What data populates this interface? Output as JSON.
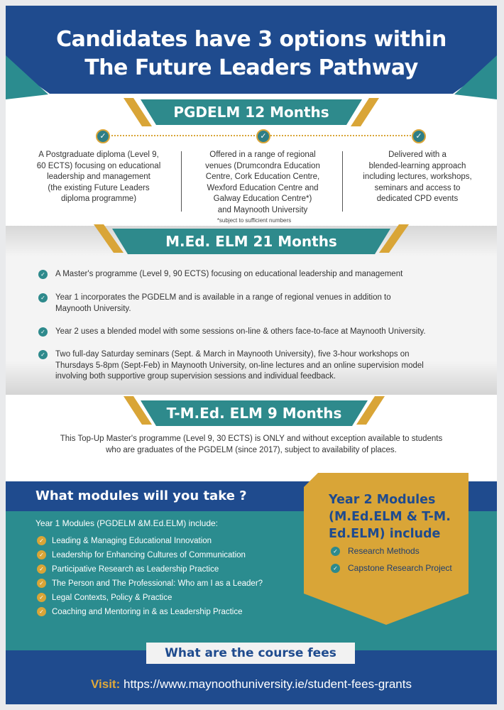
{
  "header": {
    "title_line1": "Candidates have 3 options within",
    "title_line2": "The Future Leaders Pathway"
  },
  "pgdelm": {
    "heading": "PGDELM 12 Months",
    "col1": [
      "A Postgraduate diploma (Level 9,",
      "60 ECTS) focusing on educational",
      "leadership and management",
      "(the existing Future Leaders",
      "diploma programme)"
    ],
    "col2": [
      "Offered in a range of regional",
      "venues (Drumcondra Education",
      "Centre, Cork Education Centre,",
      "Wexford Education Centre and",
      "Galway Education Centre*)",
      "and Maynooth University"
    ],
    "col3": [
      "Delivered with a",
      "blended-learning approach",
      "including lectures, workshops,",
      "seminars and access to",
      "dedicated CPD events"
    ],
    "note": "*subject to sufficient numbers"
  },
  "med": {
    "heading": "M.Ed. ELM 21 Months",
    "bullets": [
      [
        "A Master's programme (Level 9, 90 ECTS) focusing on educational leadership and management"
      ],
      [
        "Year 1 incorporates the PGDELM and is available in a range of regional venues in addition to",
        "Maynooth University."
      ],
      [
        "Year 2 uses a blended model with some sessions on-line & others face-to-face at Maynooth University."
      ],
      [
        "Two full-day Saturday seminars (Sept. & March in Maynooth University), five 3-hour workshops on",
        "Thursdays 5-8pm (Sept-Feb) in Maynooth University, on-line lectures and an online supervision model",
        "involving both supportive group supervision sessions and individual feedback."
      ]
    ]
  },
  "tmed": {
    "heading": "T-M.Ed. ELM 9 Months",
    "text": [
      "This Top-Up Master's programme (Level 9, 30 ECTS) is ONLY and without exception available to students",
      "who are graduates of the PGDELM (since 2017), subject to availability of places."
    ]
  },
  "modules": {
    "title": "What modules will you take ?",
    "year1_label": "Year 1 Modules (PGDELM &M.Ed.ELM) include:",
    "year1_items": [
      "Leading & Managing Educational Innovation",
      "Leadership for Enhancing Cultures of Communication",
      "Participative Research as Leadership Practice",
      "The Person and The Professional: Who am I as a Leader?",
      "Legal Contexts, Policy & Practice",
      "Coaching and Mentoring in & as Leadership Practice"
    ],
    "year2_title": [
      "Year 2 Modules",
      "(M.Ed.ELM & T-M.",
      "Ed.ELM) include"
    ],
    "year2_items": [
      "Research Methods",
      "Capstone Research Project"
    ]
  },
  "footer": {
    "fees_label": "What are the course fees",
    "visit_label": "Visit:",
    "visit_url": "https://www.maynoothuniversity.ie/student-fees-grants"
  },
  "colors": {
    "navy": "#1f4b8e",
    "teal": "#2b8c8f",
    "gold": "#d9a537"
  }
}
